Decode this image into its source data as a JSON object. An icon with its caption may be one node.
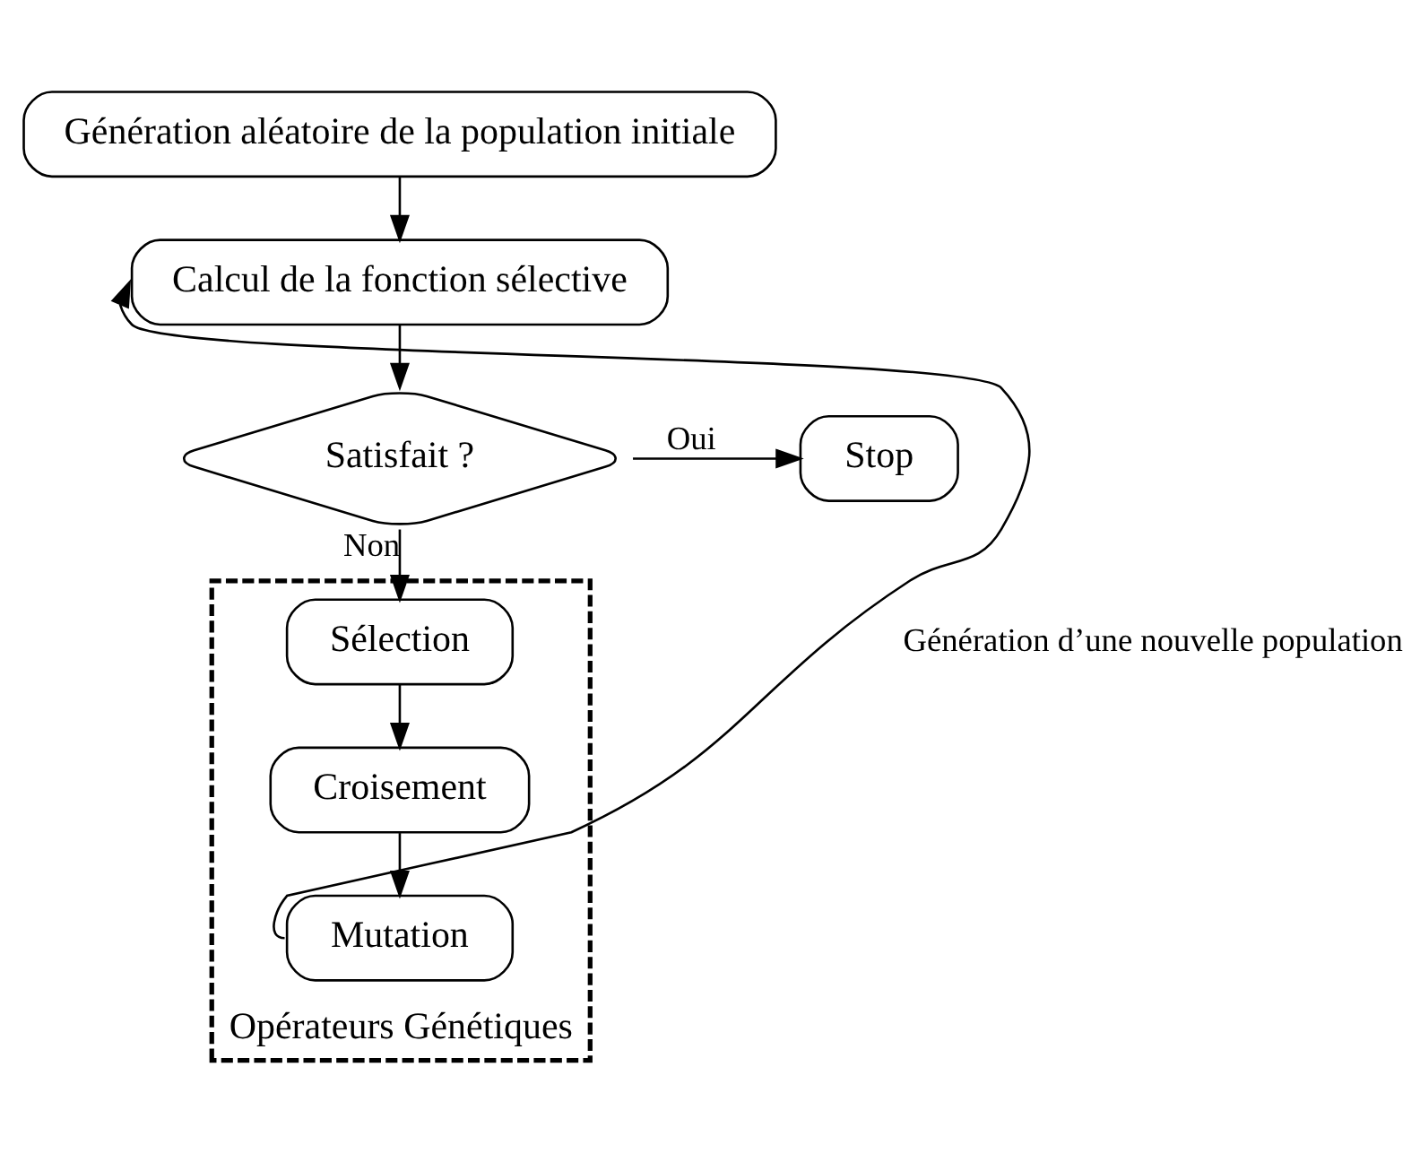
{
  "diagram": {
    "nodes": [
      {
        "text": [
          "Génération aléatoire de la population initiale"
        ]
      },
      {
        "text": [
          "Calcul de la fonction sélective"
        ]
      },
      {
        "text": [
          "Satisfait ?"
        ]
      },
      {
        "text": [
          "Stop"
        ]
      },
      {
        "text": [
          "Opérateurs Génétiques"
        ]
      },
      {
        "text": [
          "Sélection"
        ],
        "in": 4
      },
      {
        "text": [
          "Croisement"
        ],
        "in": 4
      },
      {
        "text": [
          "Mutation"
        ],
        "in": 4
      }
    ],
    "edges": [
      {
        "from": 0,
        "to": 1,
        "arrow": "to"
      },
      {
        "from": 1,
        "to": 2,
        "arrow": "to"
      },
      {
        "from": 2,
        "to": 3,
        "arrow": "to",
        "label": "Oui"
      },
      {
        "from": 2,
        "to": 5,
        "arrow": "to",
        "label": "Non"
      },
      {
        "from": 5,
        "to": 6,
        "arrow": "to"
      },
      {
        "from": 6,
        "to": 7,
        "arrow": "to"
      },
      {
        "from": 7,
        "to": 1,
        "arrow": "to",
        "label": "Génération d’une nouvelle population"
      }
    ]
  }
}
